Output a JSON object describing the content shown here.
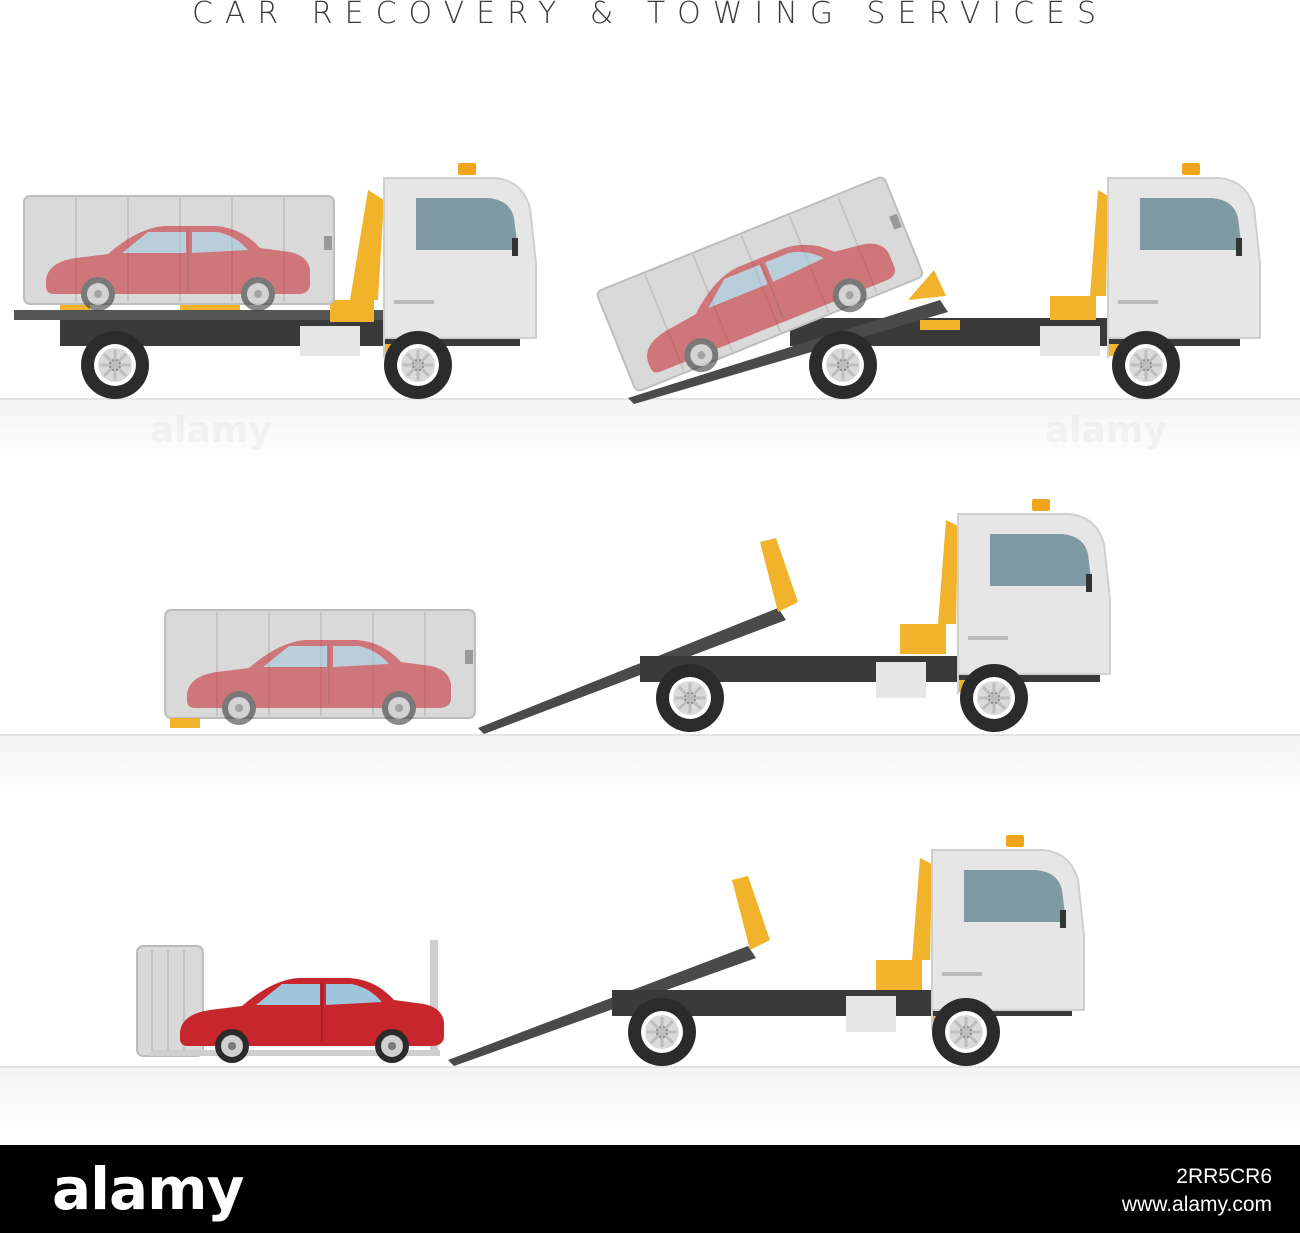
{
  "title": "CAR RECOVERY & TOWING SERVICES",
  "watermark": "alamy",
  "footer": {
    "logo": "alamy",
    "image_id": "2RR5CR6",
    "url": "www.alamy.com"
  },
  "colors": {
    "truck_cab": "#e3e3e3",
    "hydraulic_yellow": "#f2b32c",
    "chassis": "#3a3a3a",
    "car_red": "#c8262d",
    "container": "#d6d6d6"
  }
}
